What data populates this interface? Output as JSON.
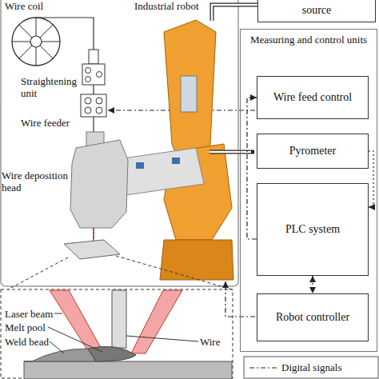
{
  "diagram": {
    "nodes": [
      {
        "text": [
          "source"
        ]
      },
      {
        "text": [
          "Measuring and control units"
        ]
      },
      {
        "text": [
          "Wire feed control"
        ],
        "in": 1
      },
      {
        "text": [
          "Pyrometer"
        ],
        "in": 1
      },
      {
        "text": [
          "PLC system"
        ],
        "in": 1
      },
      {
        "text": [
          "Robot controller"
        ],
        "in": 1
      }
    ],
    "edges": [
      {
        "from": 3,
        "to": 4,
        "arrow": "to"
      },
      {
        "from": 4,
        "to": 2,
        "arrow": "to"
      },
      {
        "from": 4,
        "to": 5,
        "arrow": "both"
      }
    ],
    "labels": [
      "Wire coil",
      "Industrial robot",
      "Straightening unit",
      "Wire feeder",
      "Wire deposition head",
      "Laser beam",
      "Melt pool",
      "Weld bead",
      "Wire"
    ],
    "legend": [
      {
        "text": "Digital signals"
      }
    ]
  }
}
